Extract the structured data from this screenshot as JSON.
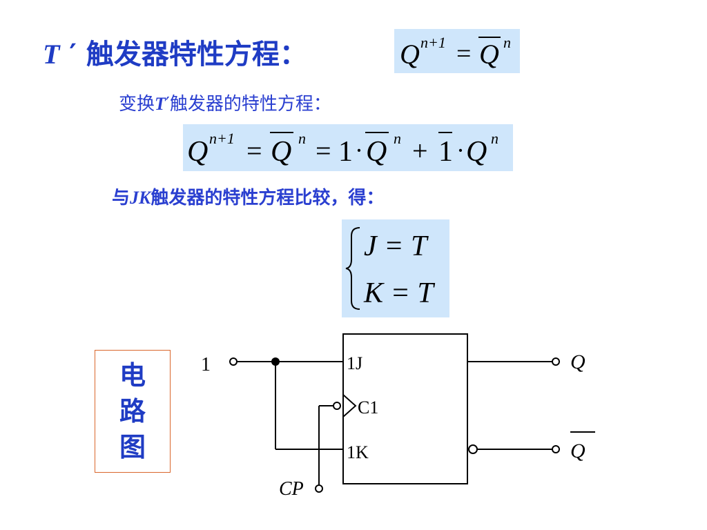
{
  "title": {
    "var": "T",
    "prime": "′",
    "text": "触发器特性方程："
  },
  "eq_title": {
    "Q": "Q",
    "n_plus_1": "n+1",
    "equals": "=",
    "n": "n"
  },
  "subtitle": {
    "prefix": "变换",
    "var": "T",
    "prime": "′",
    "text": "触发器的特性方程："
  },
  "eq_main": {
    "Q": "Q",
    "n_plus_1": "n+1",
    "n": "n",
    "equals": "=",
    "one": "1",
    "dot": "·",
    "plus": "+"
  },
  "compare": {
    "prefix": "与",
    "var": "JK",
    "text": "触发器的特性方程比较，得："
  },
  "system": {
    "line1": "J = T",
    "line2": "K = T"
  },
  "circuit_label": [
    "电",
    "路",
    "图"
  ],
  "circuit": {
    "input_1": "1",
    "pin_1j": "1J",
    "pin_c1": "C1",
    "pin_1k": "1K",
    "clock": "CP",
    "out_q": "Q",
    "out_qbar": "Q"
  }
}
